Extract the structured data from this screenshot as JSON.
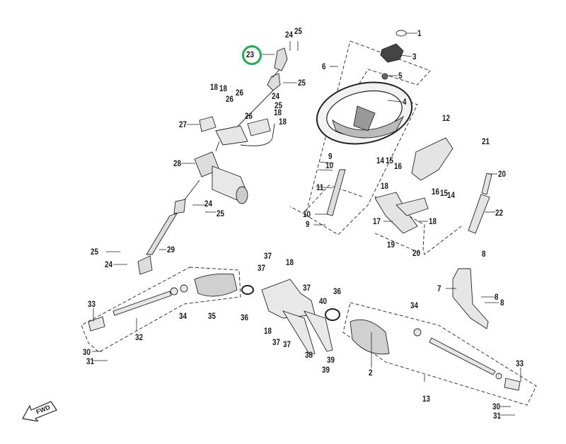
{
  "diagram": {
    "title": "Steering System Exploded View",
    "highlight_color": "#19b34a",
    "line_color": "#1a1a1a",
    "highlighted_callout": "23",
    "direction_indicator": {
      "label": "FWD",
      "icon": "arrow-left-down"
    },
    "groups": [
      {
        "id": "6",
        "description": "steering wheel assembly dashed group"
      },
      {
        "id": "32",
        "description": "left tie rod assembly dashed group"
      },
      {
        "id": "13",
        "description": "right tie rod assembly dashed group"
      }
    ],
    "callouts": [
      {
        "id": "c1",
        "label": "1"
      },
      {
        "id": "c3",
        "label": "3"
      },
      {
        "id": "c5",
        "label": "5"
      },
      {
        "id": "c6",
        "label": "6"
      },
      {
        "id": "c4",
        "label": "4"
      },
      {
        "id": "c24a",
        "label": "24"
      },
      {
        "id": "c25a",
        "label": "25"
      },
      {
        "id": "c23",
        "label": "23"
      },
      {
        "id": "c25b",
        "label": "25"
      },
      {
        "id": "c18a",
        "label": "18"
      },
      {
        "id": "c18b",
        "label": "18"
      },
      {
        "id": "c26a",
        "label": "26"
      },
      {
        "id": "c26b",
        "label": "26"
      },
      {
        "id": "c24b",
        "label": "24"
      },
      {
        "id": "c25c",
        "label": "25"
      },
      {
        "id": "c18c",
        "label": "18"
      },
      {
        "id": "c26c",
        "label": "26"
      },
      {
        "id": "c18d",
        "label": "18"
      },
      {
        "id": "c27",
        "label": "27"
      },
      {
        "id": "c12",
        "label": "12"
      },
      {
        "id": "c21",
        "label": "21"
      },
      {
        "id": "c20a",
        "label": "20"
      },
      {
        "id": "c9a",
        "label": "9"
      },
      {
        "id": "c10a",
        "label": "10"
      },
      {
        "id": "c28",
        "label": "28"
      },
      {
        "id": "c14a",
        "label": "14"
      },
      {
        "id": "c15a",
        "label": "15"
      },
      {
        "id": "c16a",
        "label": "16"
      },
      {
        "id": "c18e",
        "label": "18"
      },
      {
        "id": "c11",
        "label": "11"
      },
      {
        "id": "c16b",
        "label": "16"
      },
      {
        "id": "c15b",
        "label": "15"
      },
      {
        "id": "c14b",
        "label": "14"
      },
      {
        "id": "c24c",
        "label": "24"
      },
      {
        "id": "c25d",
        "label": "25"
      },
      {
        "id": "c22",
        "label": "22"
      },
      {
        "id": "c10b",
        "label": "10"
      },
      {
        "id": "c9b",
        "label": "9"
      },
      {
        "id": "c17",
        "label": "17"
      },
      {
        "id": "c18f",
        "label": "18"
      },
      {
        "id": "c19",
        "label": "19"
      },
      {
        "id": "c20b",
        "label": "20"
      },
      {
        "id": "c29",
        "label": "29"
      },
      {
        "id": "c25e",
        "label": "25"
      },
      {
        "id": "c24d",
        "label": "24"
      },
      {
        "id": "c8a",
        "label": "8"
      },
      {
        "id": "c37a",
        "label": "37"
      },
      {
        "id": "c37b",
        "label": "37"
      },
      {
        "id": "c18g",
        "label": "18"
      },
      {
        "id": "c7",
        "label": "7"
      },
      {
        "id": "c37c",
        "label": "37"
      },
      {
        "id": "c8b",
        "label": "8"
      },
      {
        "id": "c8c",
        "label": "8"
      },
      {
        "id": "c40",
        "label": "40"
      },
      {
        "id": "c36a",
        "label": "36"
      },
      {
        "id": "c33a",
        "label": "33"
      },
      {
        "id": "c34a",
        "label": "34"
      },
      {
        "id": "c35",
        "label": "35"
      },
      {
        "id": "c36b",
        "label": "36"
      },
      {
        "id": "c18h",
        "label": "18"
      },
      {
        "id": "c34b",
        "label": "34"
      },
      {
        "id": "c32",
        "label": "32"
      },
      {
        "id": "c37d",
        "label": "37"
      },
      {
        "id": "c37e",
        "label": "37"
      },
      {
        "id": "c38",
        "label": "38"
      },
      {
        "id": "c39a",
        "label": "39"
      },
      {
        "id": "c39b",
        "label": "39"
      },
      {
        "id": "c30a",
        "label": "30"
      },
      {
        "id": "c31a",
        "label": "31"
      },
      {
        "id": "c2",
        "label": "2"
      },
      {
        "id": "c33b",
        "label": "33"
      },
      {
        "id": "c13",
        "label": "13"
      },
      {
        "id": "c30b",
        "label": "30"
      },
      {
        "id": "c31b",
        "label": "31"
      }
    ]
  }
}
